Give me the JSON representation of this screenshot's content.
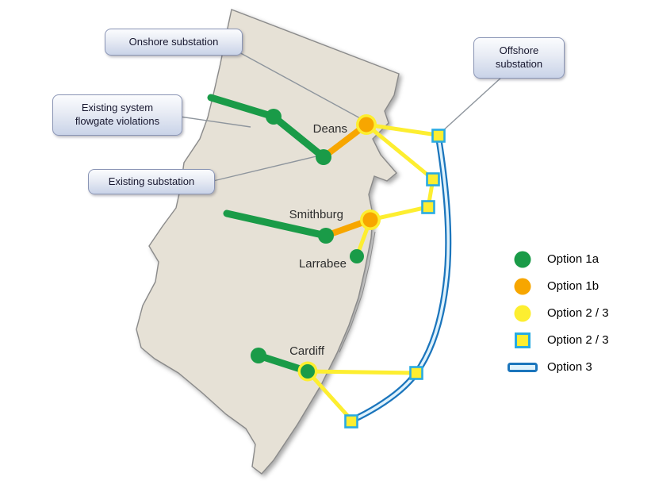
{
  "callouts": {
    "onshore": "Onshore substation",
    "offshore": "Offshore\nsubstation",
    "flowgate": "Existing system\nflowgate violations",
    "existing": "Existing substation"
  },
  "places": [
    {
      "name": "Deans"
    },
    {
      "name": "Smithburg"
    },
    {
      "name": "Larrabee"
    },
    {
      "name": "Cardiff"
    }
  ],
  "legend": {
    "items": [
      {
        "shape": "circle",
        "color": "#1a9b48",
        "label": "Option 1a"
      },
      {
        "shape": "circle",
        "color": "#f7a600",
        "label": "Option 1b"
      },
      {
        "shape": "circle",
        "color": "#fdee30",
        "label": "Option 2 / 3"
      },
      {
        "shape": "square",
        "color": "#fdee30",
        "border": "#29abe2",
        "label": "Option 2 / 3"
      },
      {
        "shape": "line",
        "color": "#1b75bc",
        "fill": "#dff2fc",
        "label": "Option 3"
      }
    ]
  },
  "colors": {
    "option_1a_green": "#1a9b48",
    "option_1b_orange": "#f7a600",
    "option_2_3_yellow": "#fdee30",
    "substation_square_border": "#29abe2",
    "option_3_blue": "#1b75bc",
    "land": "#e6e1d6",
    "land_border": "#8a8a8a",
    "callout_border": "#8a95b5"
  }
}
